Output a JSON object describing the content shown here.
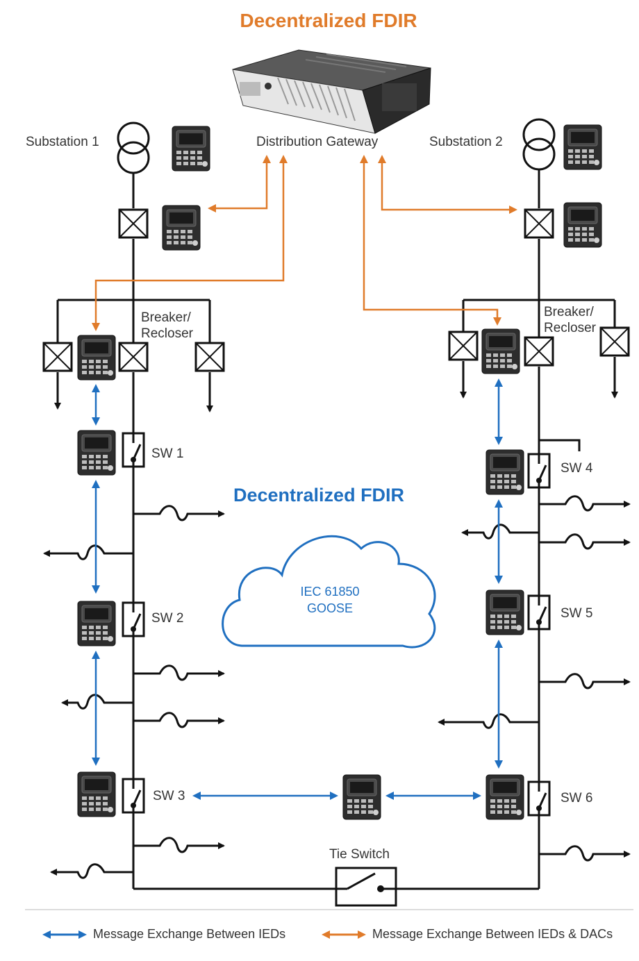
{
  "titles": {
    "top": "Decentralized FDIR",
    "middle": "Decentralized FDIR"
  },
  "labels": {
    "substation1": "Substation 1",
    "substation2": "Substation 2",
    "gateway": "Distribution Gateway",
    "breaker_left": [
      "Breaker/",
      "Recloser"
    ],
    "breaker_right": [
      "Breaker/",
      "Recloser"
    ],
    "sw1": "SW 1",
    "sw2": "SW 2",
    "sw3": "SW 3",
    "sw4": "SW 4",
    "sw5": "SW 5",
    "sw6": "SW 6",
    "tie_switch": "Tie Switch"
  },
  "cloud": {
    "line1": "IEC 61850",
    "line2": "GOOSE"
  },
  "legend": {
    "blue": "Message Exchange Between IEDs",
    "orange": "Message Exchange Between IEDs & DACs"
  },
  "colors": {
    "blue": "#1f6fc0",
    "orange": "#e07b2a",
    "line": "#111111"
  }
}
